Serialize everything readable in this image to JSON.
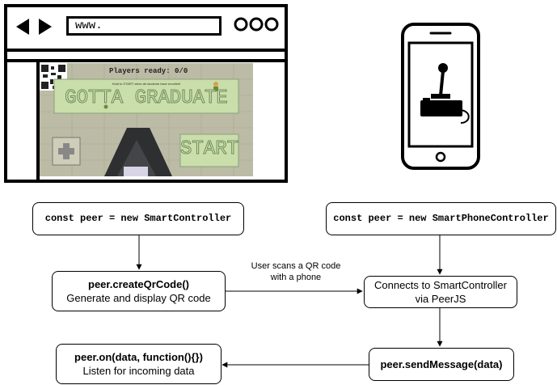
{
  "browser": {
    "url_text": "www.",
    "icons": [
      "back-arrow-icon",
      "forward-arrow-icon",
      "menu-dots-icon"
    ]
  },
  "game": {
    "players_ready": "Players ready: 0/0",
    "subtitle": "Hold to START when all students have enrolled!",
    "title": "GOTTA GRADUATE",
    "start_label": "START"
  },
  "phone": {
    "icon": "joystick-icon"
  },
  "flow": {
    "browser_init": "const peer = new SmartController",
    "create_qr_title": "peer.createQrCode()",
    "create_qr_sub": "Generate and display QR code",
    "listen_title": "peer.on(data, function(){})",
    "listen_sub": "Listen for incoming data",
    "phone_init_prefix": "const peer = new ",
    "phone_init_class": "SmartPhoneController",
    "connects_line1": "Connects to SmartController",
    "connects_line2": "via PeerJS",
    "send_message": "peer.sendMessage(data)",
    "scan_line1": "User scans a QR code",
    "scan_line2": "with a phone"
  }
}
